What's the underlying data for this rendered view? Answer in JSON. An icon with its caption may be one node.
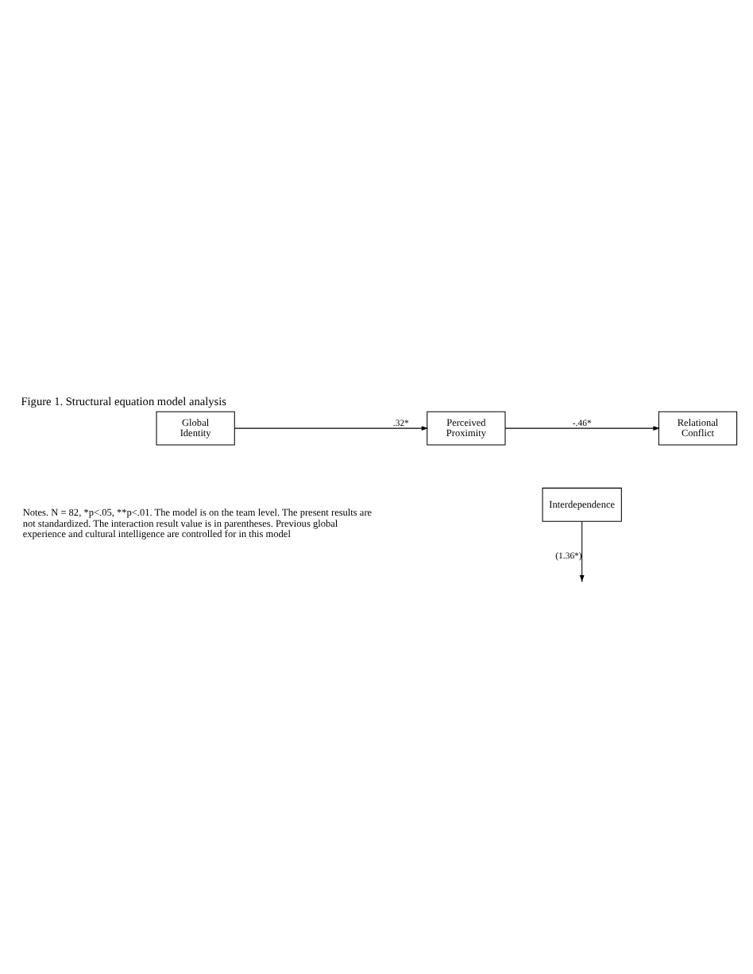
{
  "diagram": {
    "title": "Figure 1. Structural equation model analysis",
    "nodes": [
      {
        "text": [
          "Global Identity"
        ]
      },
      {
        "text": [
          "Interdependence"
        ]
      },
      {
        "text": [
          "Perceived Proximity"
        ]
      },
      {
        "text": [
          "Relational Conflict"
        ]
      }
    ],
    "edges": [
      {
        "from": 0,
        "to": 2,
        "arrow": "to",
        "label": ".32*"
      },
      {
        "from": 2,
        "to": 3,
        "arrow": "to",
        "label": "-.46*"
      },
      {
        "from": 1,
        "to": null,
        "arrow": "to",
        "label": "(1.36*)"
      }
    ],
    "labels": [
      "Notes. N = 82, *p<.05, **p<.01. The model is on the team level. The present results are not standardized. The interaction result value is in parentheses. Previous global experience and cultural intelligence are controlled for in this model"
    ]
  }
}
